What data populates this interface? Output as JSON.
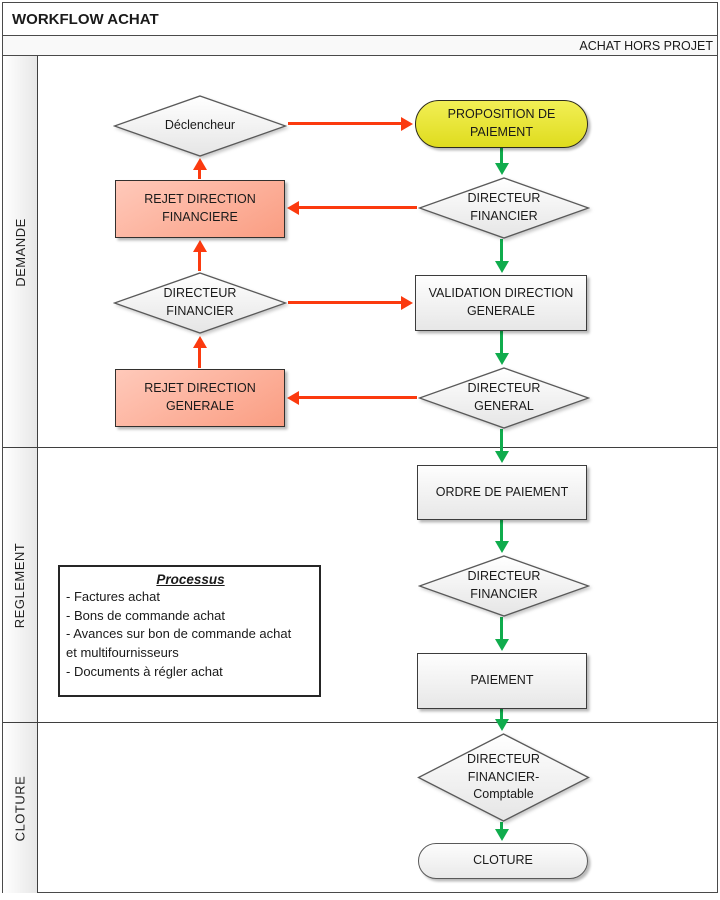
{
  "header": {
    "title": "WORKFLOW ACHAT",
    "subtitle": "ACHAT HORS PROJET"
  },
  "lanes": [
    {
      "label": "DEMANDE"
    },
    {
      "label": "REGLEMENT"
    },
    {
      "label": "CLOTURE"
    }
  ],
  "nodes": {
    "declencheur": {
      "type": "decision",
      "label": "Déclencheur"
    },
    "proposition_paiement": {
      "type": "start",
      "label": "PROPOSITION DE\nPAIEMENT"
    },
    "directeur_financier_1": {
      "type": "decision",
      "label": "DIRECTEUR\nFINANCIER"
    },
    "rejet_direction_financiere": {
      "type": "process-reject",
      "label": "REJET DIRECTION\nFINANCIERE"
    },
    "validation_direction_generale": {
      "type": "process",
      "label": "VALIDATION DIRECTION\nGENERALE"
    },
    "directeur_financier_2": {
      "type": "decision",
      "label": "DIRECTEUR\nFINANCIER"
    },
    "rejet_direction_generale": {
      "type": "process-reject",
      "label": "REJET DIRECTION\nGENERALE"
    },
    "directeur_general": {
      "type": "decision",
      "label": "DIRECTEUR\nGENERAL"
    },
    "ordre_de_paiement": {
      "type": "process",
      "label": "ORDRE DE PAIEMENT"
    },
    "directeur_financier_3": {
      "type": "decision",
      "label": "DIRECTEUR\nFINANCIER"
    },
    "paiement": {
      "type": "process",
      "label": "PAIEMENT"
    },
    "directeur_financier_comptable": {
      "type": "decision",
      "label": "DIRECTEUR\nFINANCIER-\nComptable"
    },
    "cloture": {
      "type": "end",
      "label": "CLOTURE"
    }
  },
  "note": {
    "title": "Processus",
    "items": [
      "- Factures achat",
      "- Bons de commande achat",
      "- Avances sur bon de commande achat\net multifournisseurs",
      "- Documents à régler achat"
    ]
  },
  "colors": {
    "flow_accept_green": "#10ac4d",
    "flow_reject_red": "#fb3a0f",
    "start_fill_yellow": "#e8e52b",
    "reject_fill_salmon": "#fba98f",
    "shape_fill_gray": "#eeeeee"
  }
}
